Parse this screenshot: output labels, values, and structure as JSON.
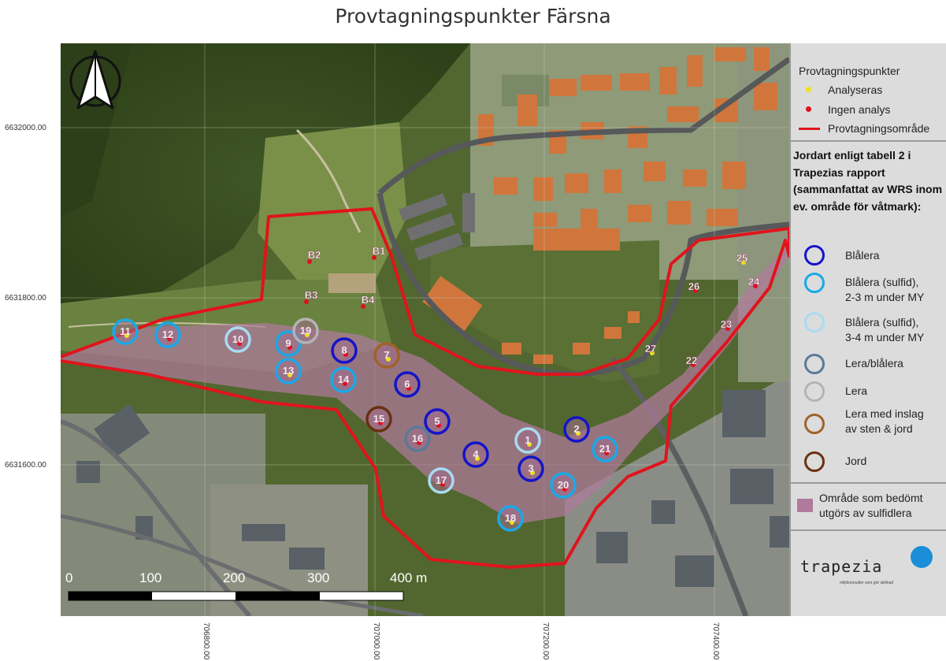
{
  "title": "Provtagningspunkter Färsna",
  "colors": {
    "analyseras": "#f0e020",
    "ingen_analys": "#e01020",
    "area_line": "#e0141c",
    "blalera": "#1414c8",
    "blalera_sulfid_2_3": "#1aa8e8",
    "blalera_sulfid_3_4": "#a8dcf2",
    "lera_blalera": "#5a7a98",
    "lera": "#b4b4b4",
    "lera_inslag": "#a0622a",
    "jord": "#6a3010",
    "sulfid_area": "#b07a9c"
  },
  "legend": {
    "heading": "Provtagningspunkter",
    "analyseras": "Analyseras",
    "ingen_analys": "Ingen analys",
    "area": "Provtagningsområde",
    "soil_title": "Jordart enligt tabell 2 i Trapezias rapport (sammanfattat av WRS inom ev. område för våtmark):",
    "soil_items": [
      {
        "label_1": "Blålera",
        "label_2": ""
      },
      {
        "label_1": "Blålera (sulfid),",
        "label_2": "2-3 m under MY"
      },
      {
        "label_1": "Blålera (sulfid),",
        "label_2": "3-4 m under MY"
      },
      {
        "label_1": "Lera/blålera",
        "label_2": ""
      },
      {
        "label_1": "Lera",
        "label_2": ""
      },
      {
        "label_1": "Lera med inslag",
        "label_2": "av sten & jord"
      },
      {
        "label_1": "Jord",
        "label_2": ""
      }
    ],
    "area_sulfid_1": "Område som bedömt",
    "area_sulfid_2": "utgörs av sulfidlera",
    "logo_text": "trapezia",
    "logo_tagline": "miljökonsulter som gör skillnad"
  },
  "y_axis_labels": [
    "6632000.00",
    "6631800.00",
    "6631600.00"
  ],
  "x_axis_labels": [
    "706800.00",
    "707000.00",
    "707200.00",
    "707400.00"
  ],
  "scale_bar": {
    "ticks": [
      "0",
      "100",
      "200",
      "300",
      "400 m"
    ]
  },
  "sample_points": [
    {
      "id": "1",
      "status": "analyseras",
      "soil": "blalera_sulfid_3_4"
    },
    {
      "id": "2",
      "status": "analyseras",
      "soil": "blalera"
    },
    {
      "id": "3",
      "status": "analyseras",
      "soil": "blalera"
    },
    {
      "id": "4",
      "status": "analyseras",
      "soil": "blalera"
    },
    {
      "id": "5",
      "status": "ingen_analys",
      "soil": "blalera"
    },
    {
      "id": "6",
      "status": "ingen_analys",
      "soil": "blalera"
    },
    {
      "id": "7",
      "status": "analyseras",
      "soil": "lera_inslag"
    },
    {
      "id": "8",
      "status": "ingen_analys",
      "soil": "blalera"
    },
    {
      "id": "9",
      "status": "ingen_analys",
      "soil": "blalera_sulfid_2_3"
    },
    {
      "id": "10",
      "status": "ingen_analys",
      "soil": "blalera_sulfid_3_4"
    },
    {
      "id": "11",
      "status": "analyseras",
      "soil": "blalera_sulfid_2_3"
    },
    {
      "id": "12",
      "status": "ingen_analys",
      "soil": "blalera_sulfid_2_3"
    },
    {
      "id": "13",
      "status": "analyseras",
      "soil": "blalera_sulfid_2_3"
    },
    {
      "id": "14",
      "status": "ingen_analys",
      "soil": "blalera_sulfid_2_3"
    },
    {
      "id": "15",
      "status": "ingen_analys",
      "soil": "jord"
    },
    {
      "id": "16",
      "status": "ingen_analys",
      "soil": "lera_blalera"
    },
    {
      "id": "17",
      "status": "ingen_analys",
      "soil": "blalera_sulfid_3_4"
    },
    {
      "id": "18",
      "status": "analyseras",
      "soil": "blalera_sulfid_2_3"
    },
    {
      "id": "19",
      "status": "analyseras",
      "soil": "lera"
    },
    {
      "id": "20",
      "status": "ingen_analys",
      "soil": "blalera_sulfid_2_3"
    },
    {
      "id": "21",
      "status": "ingen_analys",
      "soil": "blalera_sulfid_2_3"
    },
    {
      "id": "22",
      "status": "ingen_analys",
      "soil": ""
    },
    {
      "id": "23",
      "status": "ingen_analys",
      "soil": ""
    },
    {
      "id": "24",
      "status": "ingen_analys",
      "soil": ""
    },
    {
      "id": "25",
      "status": "analyseras",
      "soil": ""
    },
    {
      "id": "26",
      "status": "ingen_analys",
      "soil": ""
    },
    {
      "id": "27",
      "status": "analyseras",
      "soil": ""
    },
    {
      "id": "B1",
      "status": "ingen_analys",
      "soil": ""
    },
    {
      "id": "B2",
      "status": "ingen_analys",
      "soil": ""
    },
    {
      "id": "B3",
      "status": "ingen_analys",
      "soil": ""
    },
    {
      "id": "B4",
      "status": "ingen_analys",
      "soil": ""
    }
  ]
}
